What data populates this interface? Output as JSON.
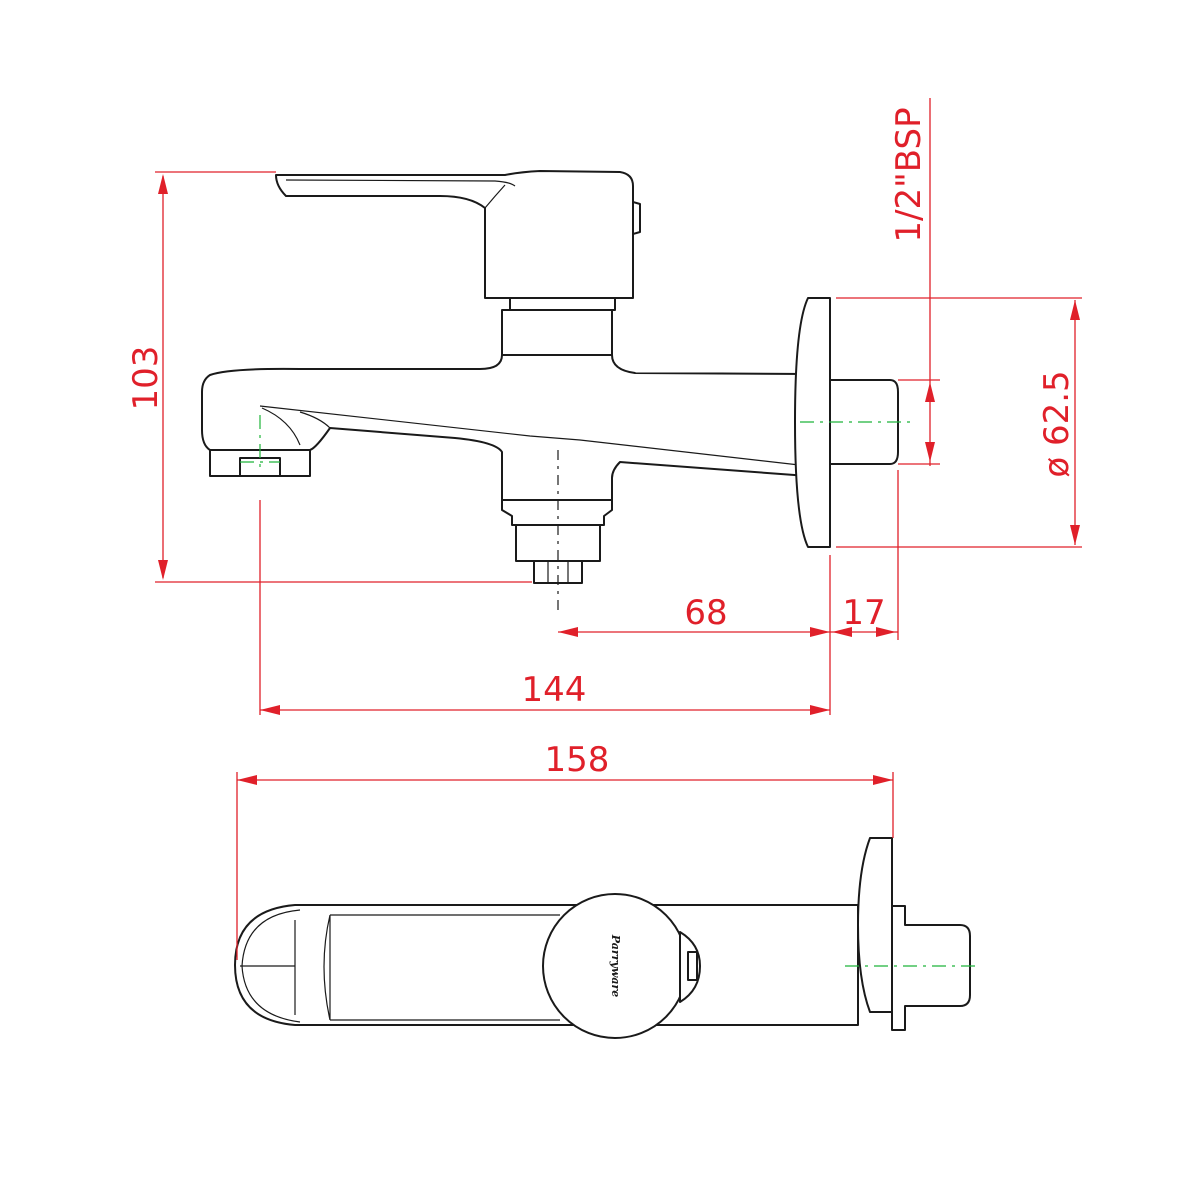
{
  "drawing": {
    "views": [
      "side-view",
      "top-view"
    ],
    "brand_text": "Parryware",
    "colors": {
      "outline": "#1a1a1a",
      "dimension": "#e0202a",
      "centerline": "#1fb53a",
      "background": "#ffffff"
    }
  },
  "dimensions": {
    "height_total": "103",
    "thread": "1/2\"BSP",
    "flange_diameter": "ø 62.5",
    "outlet_to_wall": "68",
    "wall_to_connector": "17",
    "spout_to_wall": "144",
    "overall_length": "158"
  }
}
